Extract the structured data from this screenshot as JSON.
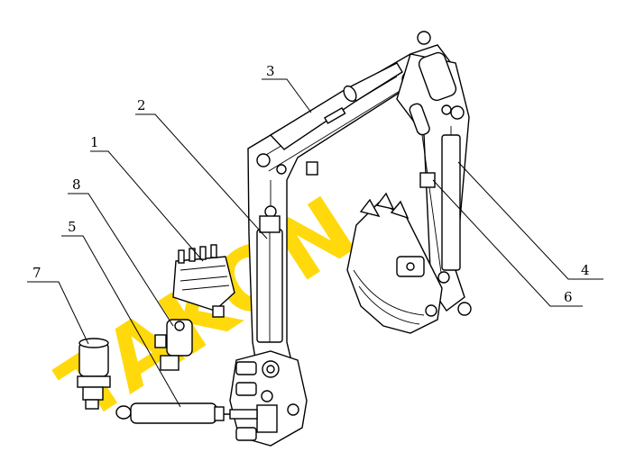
{
  "watermark": "TAKON",
  "callouts": [
    "1",
    "2",
    "3",
    "4",
    "5",
    "6",
    "7",
    "8"
  ],
  "colors": {
    "watermark": "#ffd800",
    "line": "#000000",
    "background": "#ffffff"
  }
}
